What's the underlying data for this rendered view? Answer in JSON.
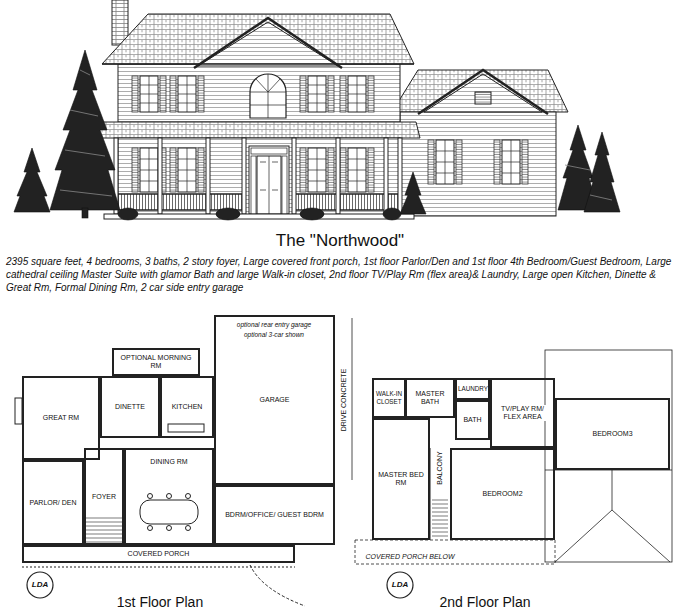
{
  "diagram": {
    "title": "The \"Northwood\"",
    "caption": "2395 square feet, 4 bedrooms, 3 baths, 2 story foyer, Large covered front porch, 1st floor Parlor/Den and 1st floor 4th Bedroom/Guest Bedroom, Large cathedral ceiling Master Suite with glamor Bath and large Walk-in closet, 2nd floor TV/Play Rm (flex area)& Laundry, Large open Kitchen, Dinette & Great Rm, Formal Dining Rm, 2 car side entry garage",
    "nodes": [
      {
        "text": [
          "OPTIONAL MORNING RM"
        ]
      },
      {
        "text": [
          "GREAT RM"
        ]
      },
      {
        "text": [
          "DINETTE"
        ]
      },
      {
        "text": [
          "KITCHEN"
        ]
      },
      {
        "text": [
          "GARAGE"
        ]
      },
      {
        "text": [
          "PARLOR/ DEN"
        ]
      },
      {
        "text": [
          "FOYER"
        ]
      },
      {
        "text": [
          "DINING RM"
        ]
      },
      {
        "text": [
          "BDRM/OFFICE/ GUEST BDRM"
        ]
      },
      {
        "text": [
          "COVERED PORCH"
        ]
      },
      {
        "text": [
          "WALK-IN CLOSET"
        ]
      },
      {
        "text": [
          "MASTER BATH"
        ]
      },
      {
        "text": [
          "LAUNDRY"
        ]
      },
      {
        "text": [
          "BATH"
        ]
      },
      {
        "text": [
          "TV/PLAY RM/ FLEX AREA"
        ]
      },
      {
        "text": [
          "BEDROOM3"
        ]
      },
      {
        "text": [
          "MASTER BED RM"
        ]
      },
      {
        "text": [
          "BEDROOM2"
        ]
      }
    ],
    "labels": [
      "optional rear entry garage",
      "optional 3-car shown",
      "DRIVE CONCRETE",
      "BALCONY",
      "COVERED PORCH BELOW",
      "1st Floor Plan",
      "2nd Floor Plan",
      "LDA",
      "LDA"
    ]
  }
}
